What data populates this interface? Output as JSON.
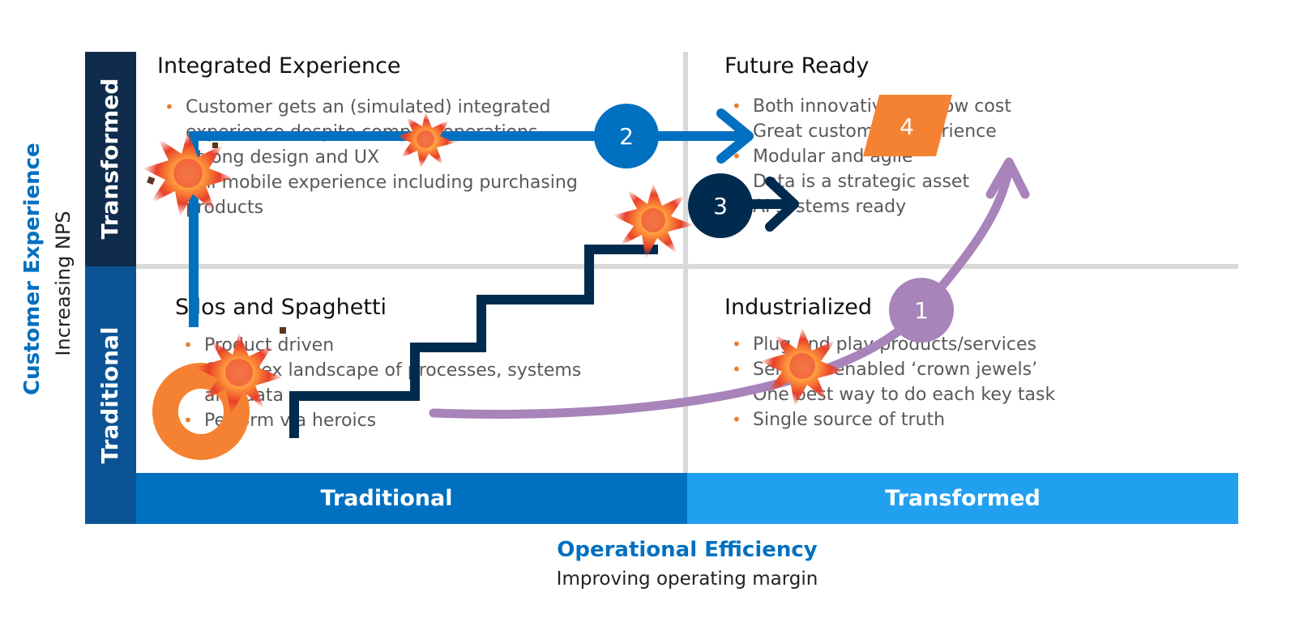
{
  "y_axis": {
    "title": "Customer Experience",
    "subtitle": "Increasing NPS",
    "levels": [
      "Transformed",
      "Traditional"
    ]
  },
  "x_axis": {
    "title": "Operational Efficiency",
    "subtitle": "Improving operating margin",
    "levels": [
      "Traditional",
      "Transformed"
    ]
  },
  "quadrants": {
    "top_left": {
      "title": "Integrated Experience",
      "bullets": [
        "Customer gets an (simulated) integrated",
        "experience despite complex operations",
        "Strong design and UX",
        "Full mobile experience including purchasing",
        "products"
      ]
    },
    "top_right": {
      "title": "Future Ready",
      "bullets": [
        "Both innovative and low cost",
        "Great customer experience",
        "Modular and agile",
        "Data is a strategic asset",
        "AI systems ready"
      ]
    },
    "bottom_left": {
      "title": "Silos and Spaghetti",
      "bullets": [
        "Product driven",
        "Complex landscape of processes, systems",
        "and data",
        "Perform via heroics"
      ]
    },
    "bottom_right": {
      "title": "Industrialized",
      "bullets": [
        "Plug and play products/services",
        "Services enabled ‘crown jewels’",
        "One best way to do each key task",
        "Single source of truth"
      ]
    }
  },
  "pathways": [
    {
      "number": "1",
      "color": "#A884BA"
    },
    {
      "number": "2",
      "color": "#0070C0"
    },
    {
      "number": "3",
      "color": "#002B4E"
    },
    {
      "number": "4",
      "color": "#F58232"
    }
  ],
  "colors": {
    "dark_navy": "#0F2C4C",
    "mid_blue": "#0B5394",
    "blue": "#0070C0",
    "light_blue": "#22A0F0",
    "orange": "#F58232",
    "purple": "#A884BA",
    "grid": "#D9D9D9"
  },
  "icons": [
    "explosion-icon",
    "donut-icon"
  ]
}
